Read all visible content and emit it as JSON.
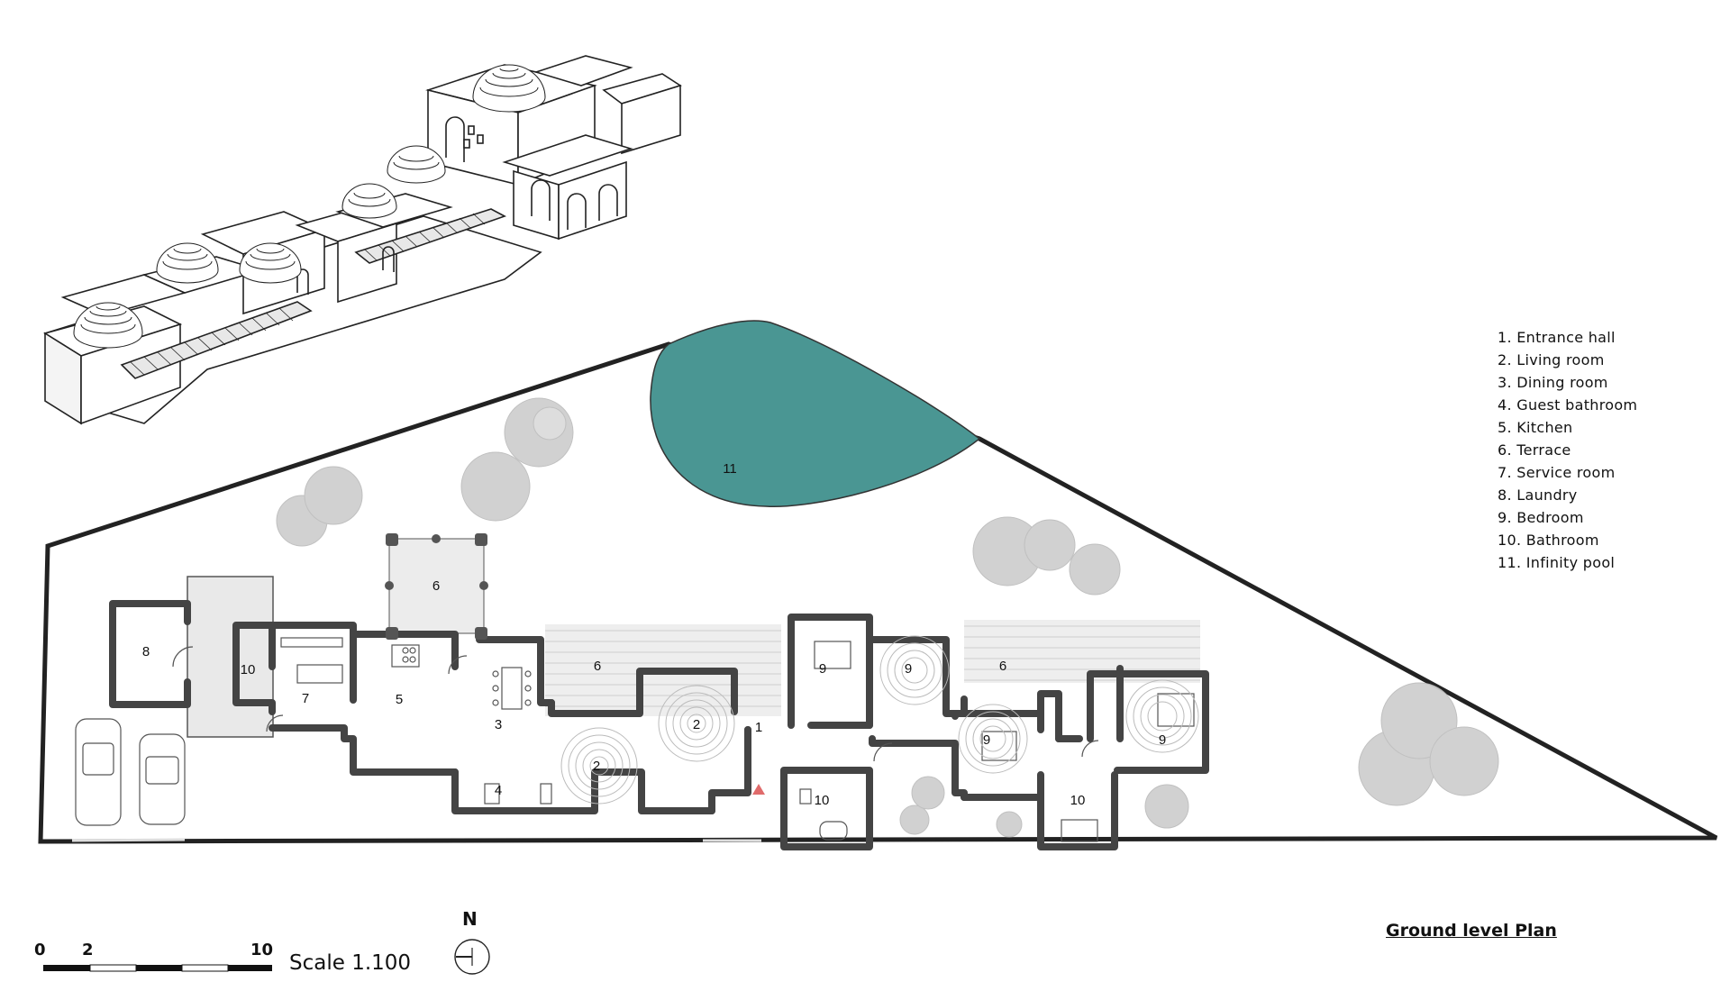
{
  "rooms": {
    "pool": "11",
    "terrace_north": "6",
    "terrace_east_1": "6",
    "terrace_east_2": "6",
    "laundry": "8",
    "bath_west": "10",
    "service": "7",
    "kitchen": "5",
    "dining": "3",
    "guest_bath": "4",
    "living_a": "2",
    "living_b": "2",
    "entrance": "1",
    "bed_1": "9",
    "bed_2": "9",
    "bed_3": "9",
    "bed_4": "9",
    "bath_mid": "10",
    "bath_east": "10"
  },
  "legend": [
    "1. Entrance hall",
    "2. Living room",
    "3. Dining room",
    "4. Guest bathroom",
    "5. Kitchen",
    "6. Terrace",
    "7. Service room",
    "8. Laundry",
    "9. Bedroom",
    "10. Bathroom",
    "11. Infinity pool"
  ],
  "title": "Ground level Plan",
  "scale": {
    "text": "Scale 1.100",
    "ticks": [
      "0",
      "2",
      "10"
    ]
  },
  "north": "N",
  "colors": {
    "pool": "#4a9693",
    "walls": "#444444",
    "trees": "#cfcfcf",
    "shade": "#e9e9e9",
    "entry_marker": "#e06b6b"
  }
}
